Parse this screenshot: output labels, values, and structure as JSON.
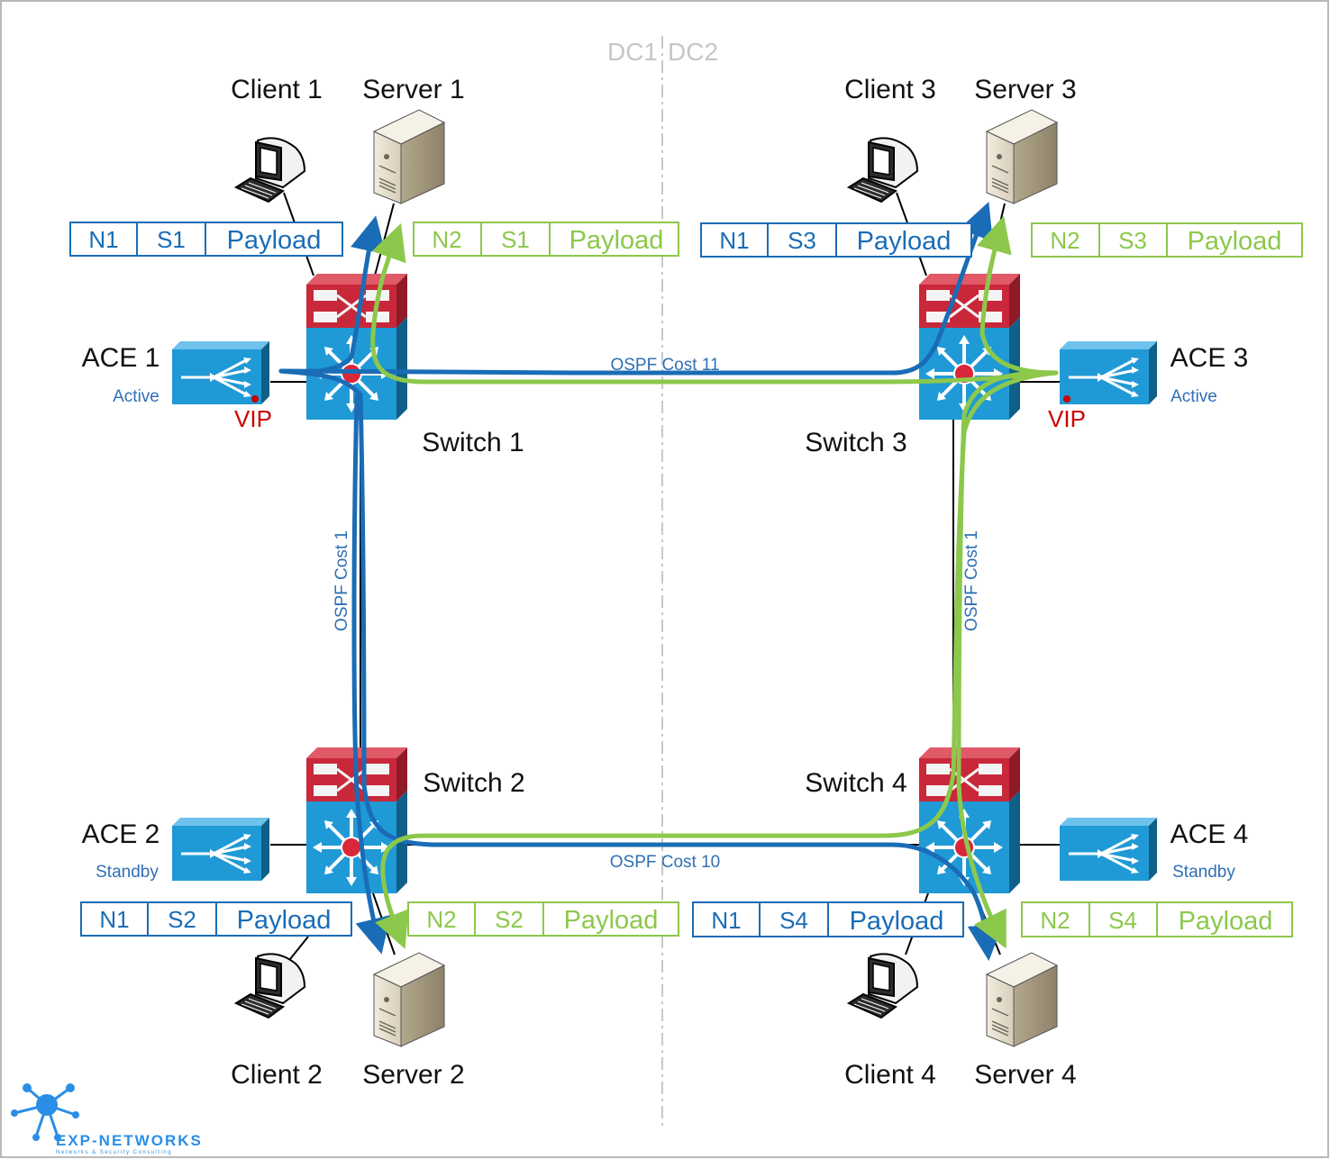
{
  "dc_divider": {
    "left": "DC1",
    "right": "DC2"
  },
  "clients": {
    "c1": "Client 1",
    "c2": "Client 2",
    "c3": "Client 3",
    "c4": "Client 4"
  },
  "servers": {
    "s1": "Server 1",
    "s2": "Server 2",
    "s3": "Server 3",
    "s4": "Server 4"
  },
  "switches": {
    "sw1": "Switch 1",
    "sw2": "Switch 2",
    "sw3": "Switch 3",
    "sw4": "Switch 4"
  },
  "aces": {
    "ace1": {
      "name": "ACE 1",
      "state": "Active",
      "vip": "VIP"
    },
    "ace2": {
      "name": "ACE 2",
      "state": "Standby"
    },
    "ace3": {
      "name": "ACE 3",
      "state": "Active",
      "vip": "VIP"
    },
    "ace4": {
      "name": "ACE 4",
      "state": "Standby"
    }
  },
  "links": {
    "top": "OSPF Cost 11",
    "bottom": "OSPF Cost 10",
    "left": "OSPF Cost 1",
    "right": "OSPF Cost 1"
  },
  "packets": {
    "p1": [
      "N1",
      "S1",
      "Payload"
    ],
    "p2": [
      "N2",
      "S1",
      "Payload"
    ],
    "p3": [
      "N1",
      "S3",
      "Payload"
    ],
    "p4": [
      "N2",
      "S3",
      "Payload"
    ],
    "p5": [
      "N1",
      "S2",
      "Payload"
    ],
    "p6": [
      "N2",
      "S2",
      "Payload"
    ],
    "p7": [
      "N1",
      "S4",
      "Payload"
    ],
    "p8": [
      "N2",
      "S4",
      "Payload"
    ]
  },
  "logo": {
    "name": "EXP-NETWORKS",
    "tagline": "Networks & Security Consulting"
  },
  "colors": {
    "blue_flow": "#1a6cb6",
    "green_flow": "#8cc84b",
    "switch_top": "#c8283a",
    "switch_bottom": "#1f9ad6",
    "ace": "#1f9ad6"
  }
}
